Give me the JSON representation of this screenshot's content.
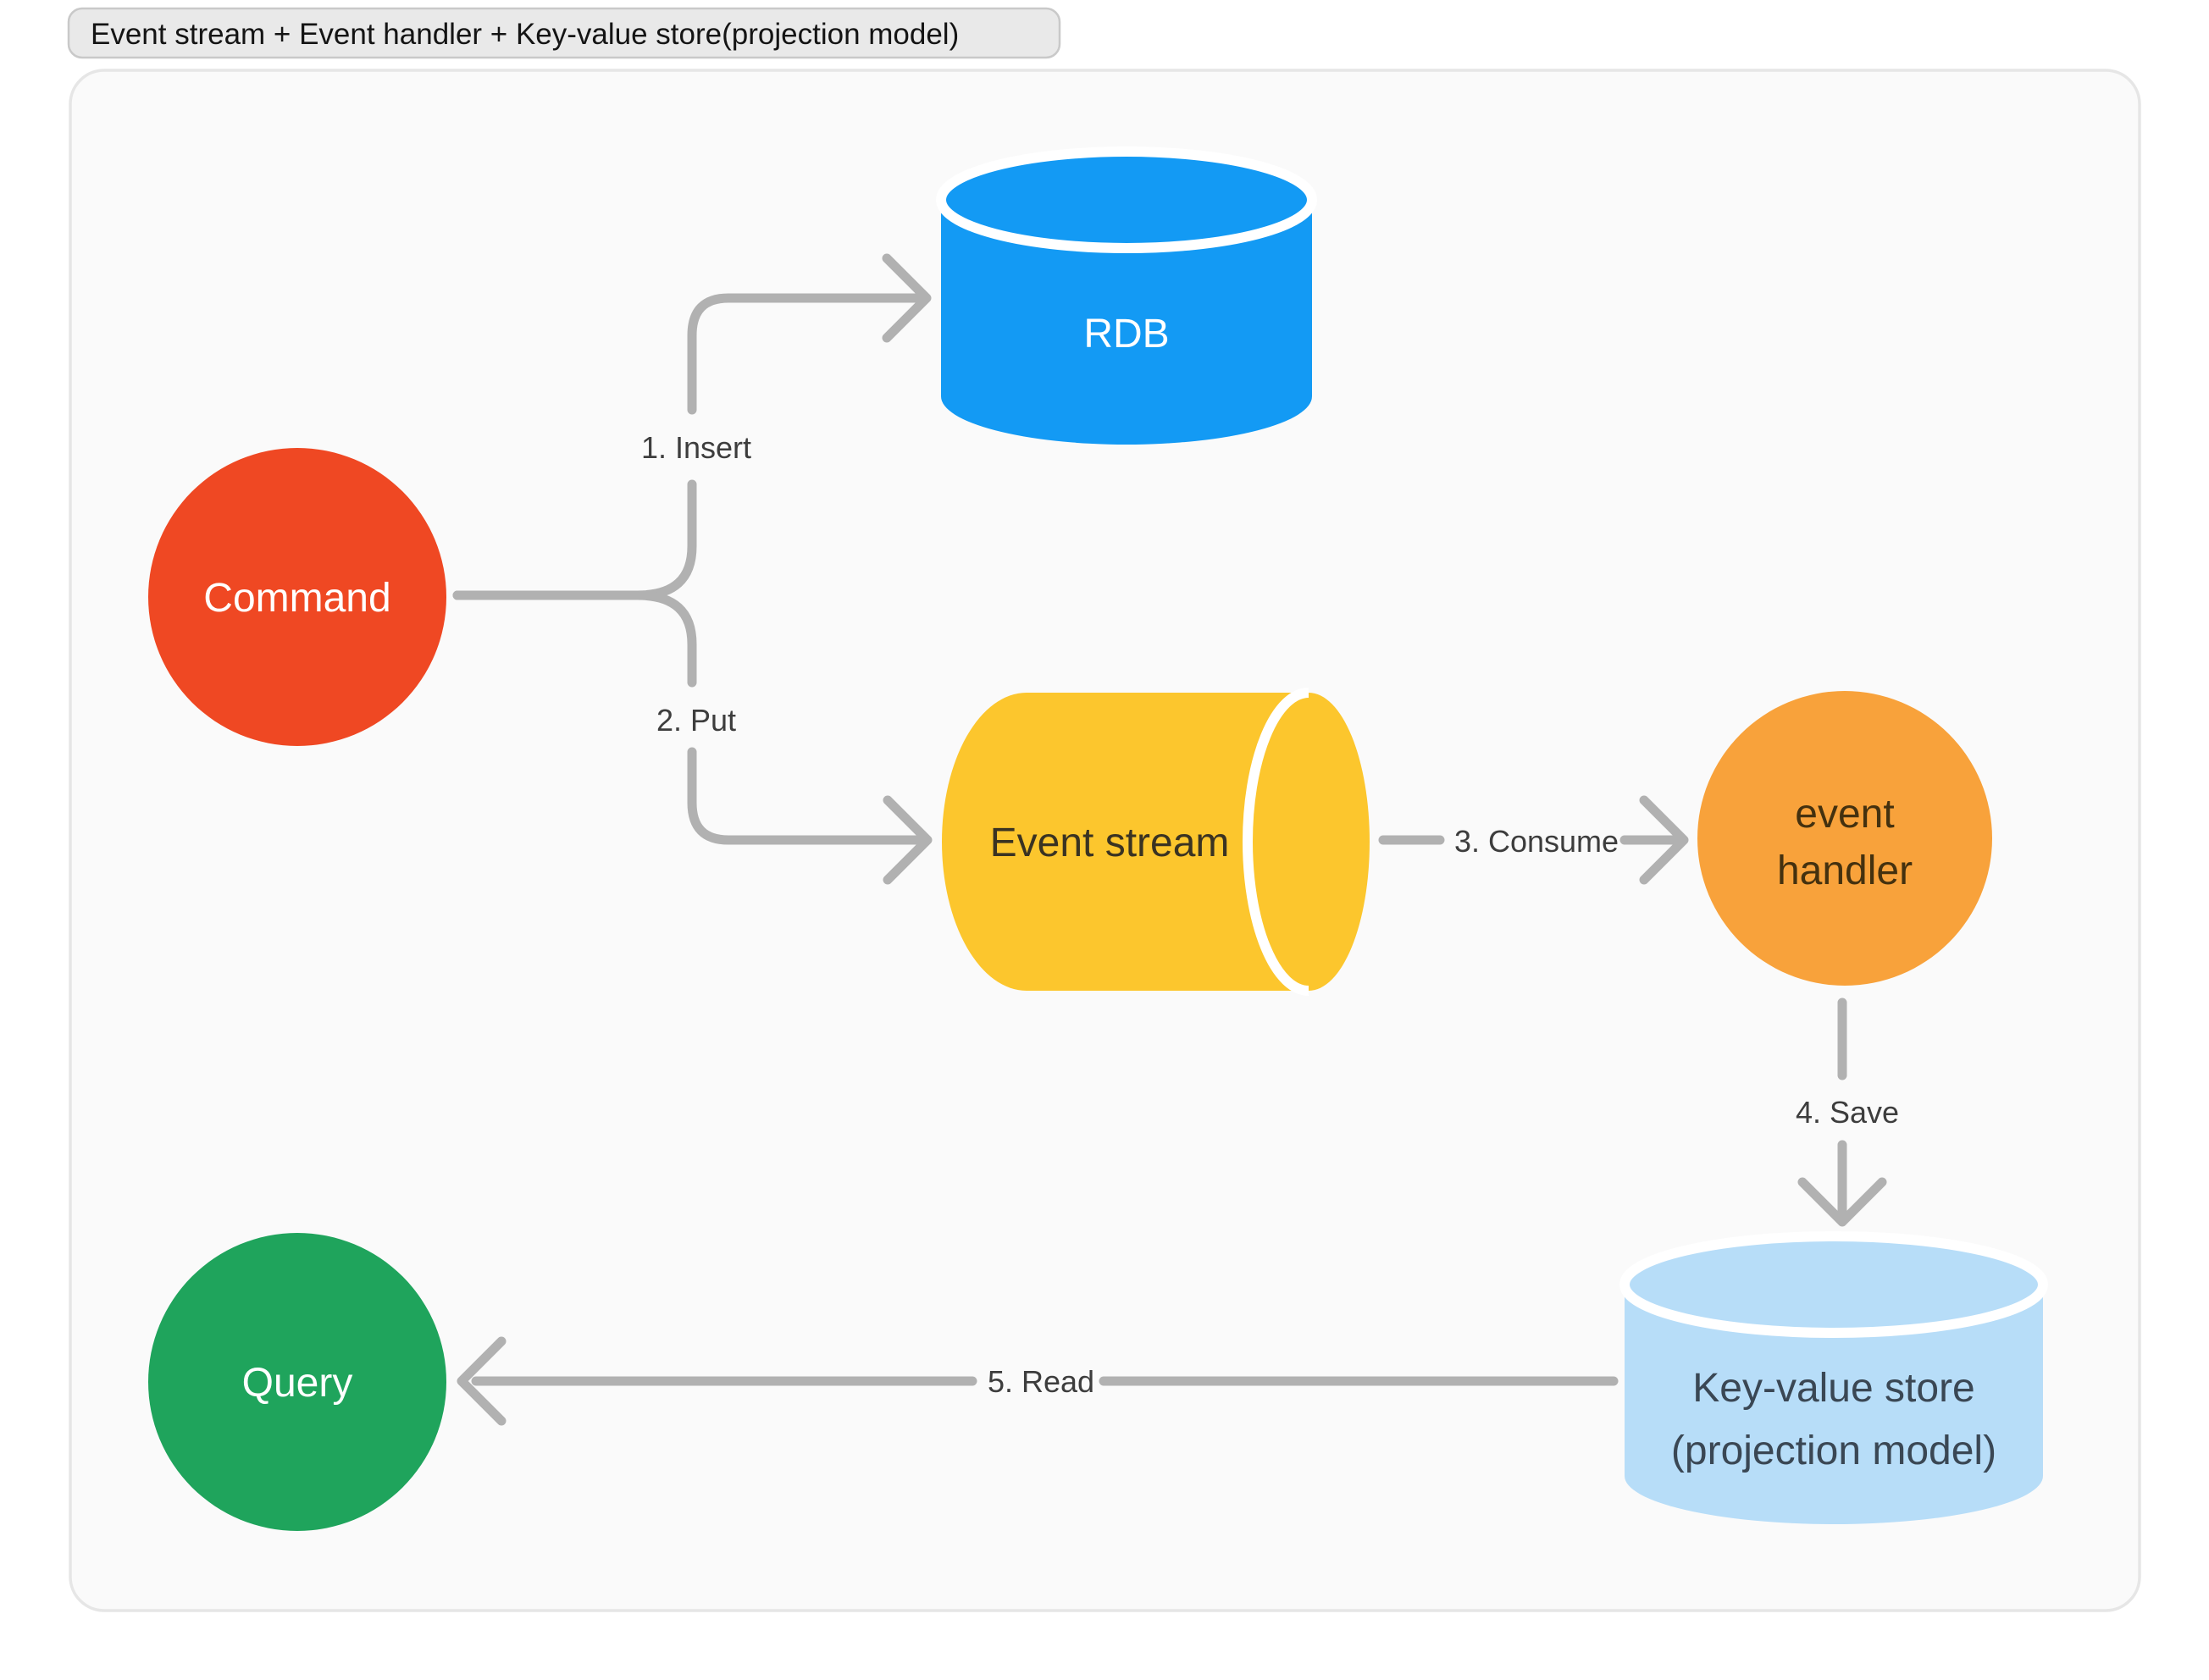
{
  "page": {
    "background": "#FFFFFF",
    "canvas_fill": "#FAFAFA",
    "canvas_border": "#E6E6E6"
  },
  "title_badge": {
    "label": "Event stream + Event handler + Key-value store(projection model)",
    "fill": "#E9E9E9",
    "border": "#C9C9C9",
    "text_color": "#141414"
  },
  "diagram": {
    "arrow_color": "#B1B1B1",
    "edge_label_color": "#3D3D3D",
    "nodes": {
      "command": {
        "type": "circle",
        "label": "Command",
        "fill": "#EF4823",
        "text_color": "#FFFFFF"
      },
      "rdb": {
        "type": "cylinder-vertical",
        "label": "RDB",
        "fill": "#139AF4",
        "text_color": "#FFFFFF"
      },
      "event_stream": {
        "type": "cylinder-horizontal",
        "label": "Event stream",
        "fill": "#FCC62D",
        "text_color": "#3A3322"
      },
      "event_handler": {
        "type": "circle",
        "line1": "event",
        "line2": "handler",
        "fill": "#F8A23B",
        "text_color": "#44310F"
      },
      "kv_store": {
        "type": "cylinder-vertical",
        "line1": "Key-value store",
        "line2": "(projection model)",
        "fill": "#B7DDF8",
        "text_color": "#3A4754"
      },
      "query": {
        "type": "circle",
        "label": "Query",
        "fill": "#1FA45C",
        "text_color": "#FFFFFF"
      }
    },
    "edges": {
      "insert": {
        "label": "1. Insert",
        "from": "command",
        "to": "rdb"
      },
      "put": {
        "label": "2. Put",
        "from": "command",
        "to": "event_stream"
      },
      "consume": {
        "label": "3. Consume",
        "from": "event_stream",
        "to": "event_handler"
      },
      "save": {
        "label": "4. Save",
        "from": "event_handler",
        "to": "kv_store"
      },
      "read": {
        "label": "5. Read",
        "from": "kv_store",
        "to": "query"
      }
    }
  }
}
